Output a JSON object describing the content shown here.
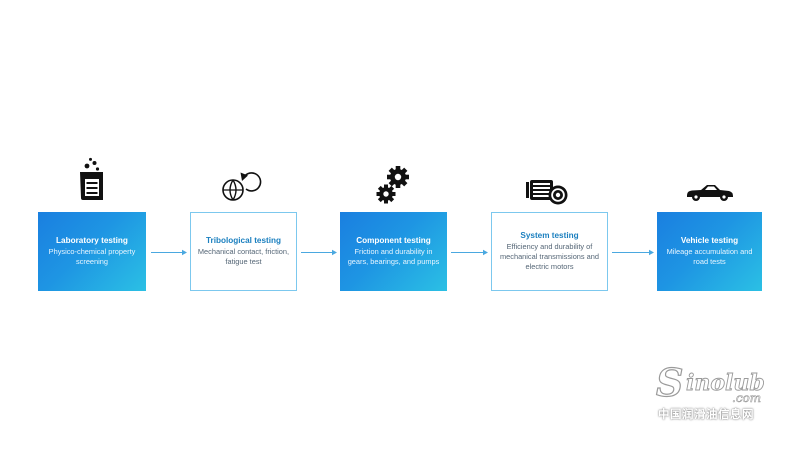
{
  "steps": [
    {
      "title": "Laboratory testing",
      "description": "Physico-chemical property screening",
      "icon": "beaker-icon",
      "style": "filled"
    },
    {
      "title": "Tribological testing",
      "description": "Mechanical contact, friction, fatigue test",
      "icon": "rotating-ball-icon",
      "style": "outlined"
    },
    {
      "title": "Component testing",
      "description": "Friction and durability in gears, bearings, and pumps",
      "icon": "gears-icon",
      "style": "filled"
    },
    {
      "title": "System testing",
      "description": "Efficiency and durability of mechanical transmissions and electric motors",
      "icon": "motor-icon",
      "style": "outlined"
    },
    {
      "title": "Vehicle testing",
      "description": "Mileage accumulation and road tests",
      "icon": "car-icon",
      "style": "filled"
    }
  ],
  "watermark": {
    "brand": "Sinolub",
    "domain": ".com",
    "subtitle": "中国润滑油信息网"
  },
  "colors": {
    "accent": "#1e95e3",
    "accent_light": "#2bc0e4",
    "outline": "#7cc8ee",
    "arrow": "#4aa8e0",
    "icon": "#111111"
  }
}
